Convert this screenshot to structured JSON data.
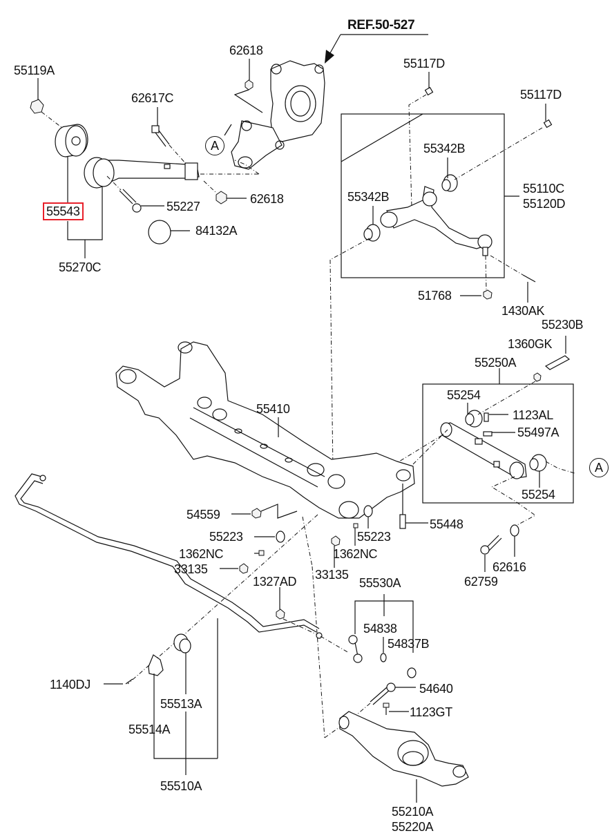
{
  "title": "Rear Suspension Crossmember / Control Arm Parts Diagram",
  "reference": "REF.50-527",
  "highlighted_part": "55543",
  "highlight_color": "#e8202a",
  "circle_marker": "A",
  "labels": {
    "p55119A": "55119A",
    "p55543": "55543",
    "p55270C": "55270C",
    "p62617C": "62617C",
    "p62618_top": "62618",
    "p62618_mid": "62618",
    "p55227": "55227",
    "p84132A": "84132A",
    "p55117D_a": "55117D",
    "p55117D_b": "55117D",
    "p55342B_a": "55342B",
    "p55342B_b": "55342B",
    "p55110C": "55110C",
    "p55120D": "55120D",
    "p51768": "51768",
    "p1430AK": "1430AK",
    "p55230B": "55230B",
    "p1360GK": "1360GK",
    "p55250A": "55250A",
    "p55254_a": "55254",
    "p1123AL": "1123AL",
    "p55497A": "55497A",
    "p55254_b": "55254",
    "p55410": "55410",
    "p54559": "54559",
    "p55223_a": "55223",
    "p55223_b": "55223",
    "p55448": "55448",
    "p1362NC_a": "1362NC",
    "p1362NC_b": "1362NC",
    "p33135_a": "33135",
    "p33135_b": "33135",
    "p62616": "62616",
    "p62759": "62759",
    "p1327AD": "1327AD",
    "p55530A": "55530A",
    "p54838": "54838",
    "p54837B": "54837B",
    "p54640": "54640",
    "p1123GT": "1123GT",
    "p1140DJ": "1140DJ",
    "p55513A": "55513A",
    "p55514A": "55514A",
    "p55510A": "55510A",
    "p55210A": "55210A",
    "p55220A": "55220A"
  }
}
